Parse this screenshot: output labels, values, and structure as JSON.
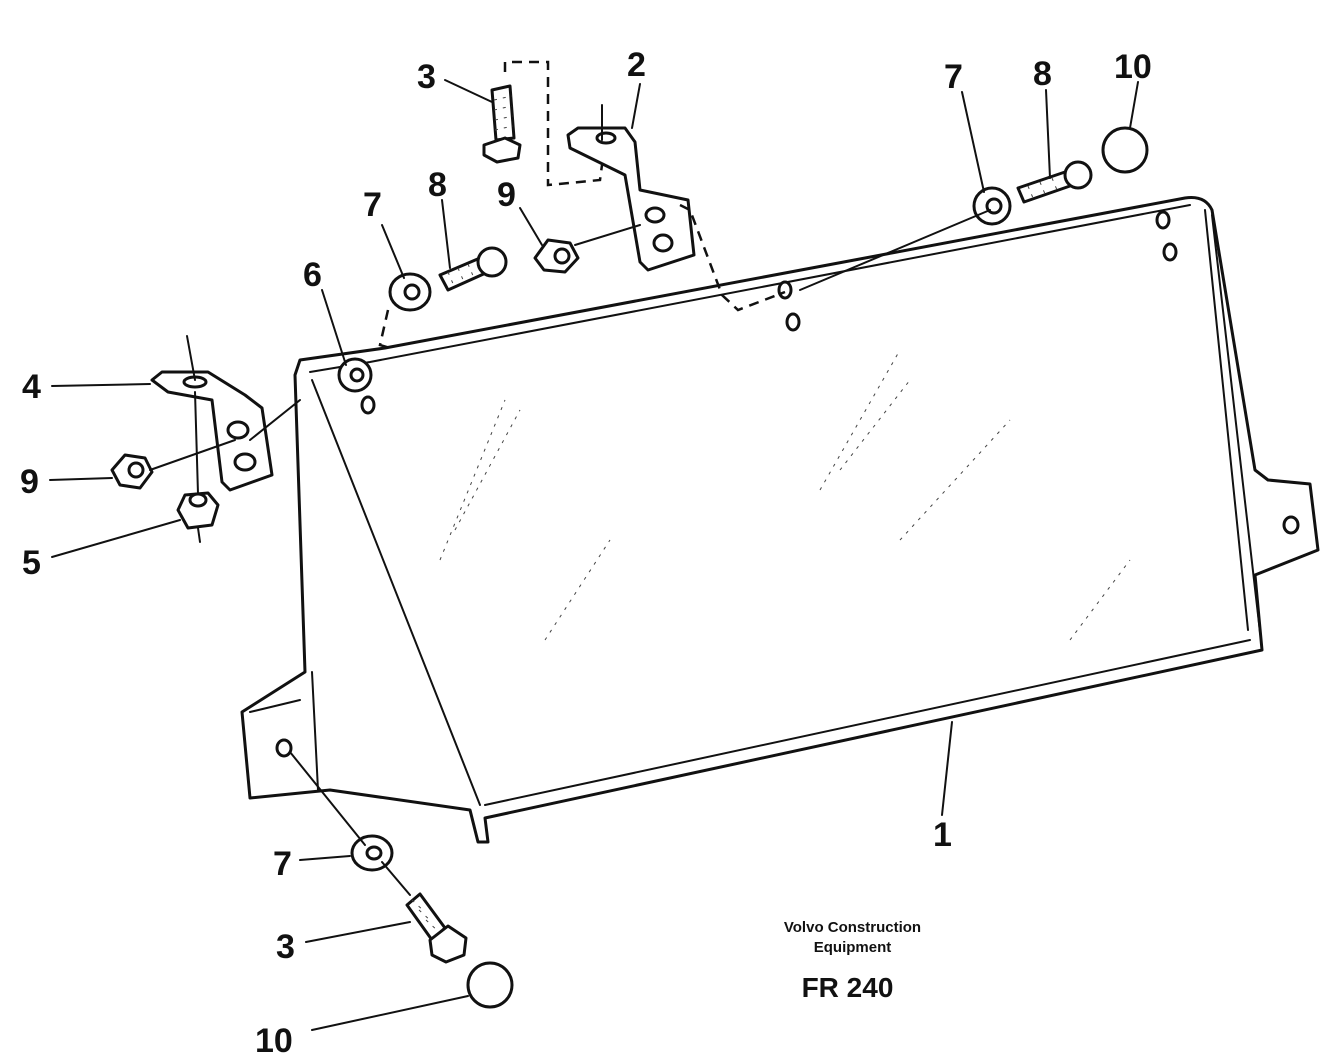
{
  "drawing": {
    "credit_line1": "Volvo Construction",
    "credit_line2": "Equipment",
    "code": "FR 240"
  },
  "callouts": {
    "c1": "1",
    "c2": "2",
    "c3_top": "3",
    "c3_bottom": "3",
    "c4": "4",
    "c5": "5",
    "c6": "6",
    "c7_top_left": "7",
    "c7_top_right": "7",
    "c7_bottom": "7",
    "c8_left": "8",
    "c8_right": "8",
    "c9_left": "9",
    "c9_center": "9",
    "c10_top": "10",
    "c10_bottom": "10"
  }
}
